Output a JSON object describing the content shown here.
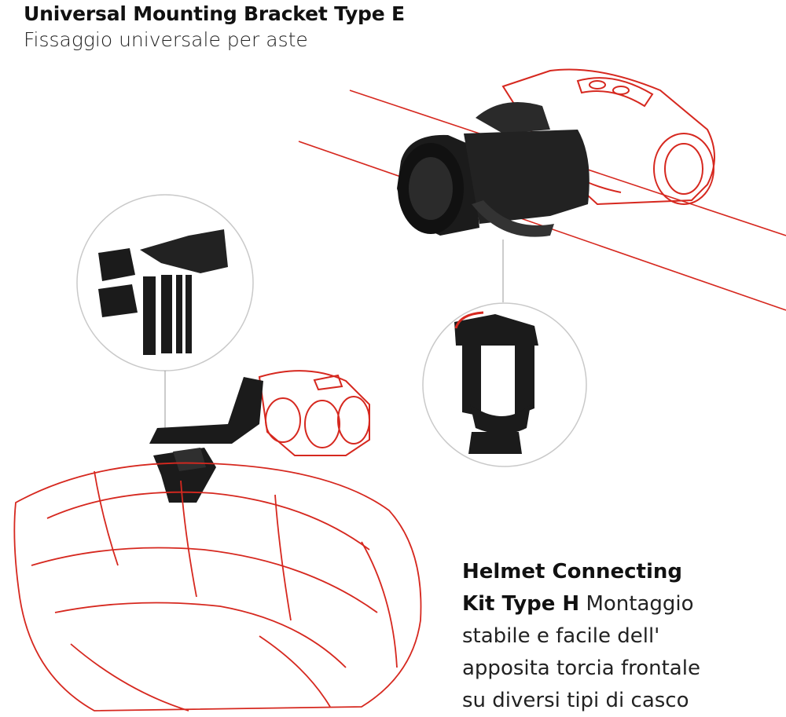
{
  "header": {
    "title": "Universal Mounting Bracket Type E",
    "subtitle": "Fissaggio universale per aste"
  },
  "helmet_kit": {
    "title_line1": "Helmet Connecting",
    "title_line2": "Kit Type H",
    "desc_inline": " Montaggio",
    "desc_line2": "stabile e facile dell'",
    "desc_line3": "apposita torcia frontale",
    "desc_line4": "su diversi tipi di casco"
  },
  "colors": {
    "sketch_red": "#d6281f",
    "product_black": "#1b1b1b",
    "circle_gray": "#c9c9c9"
  }
}
